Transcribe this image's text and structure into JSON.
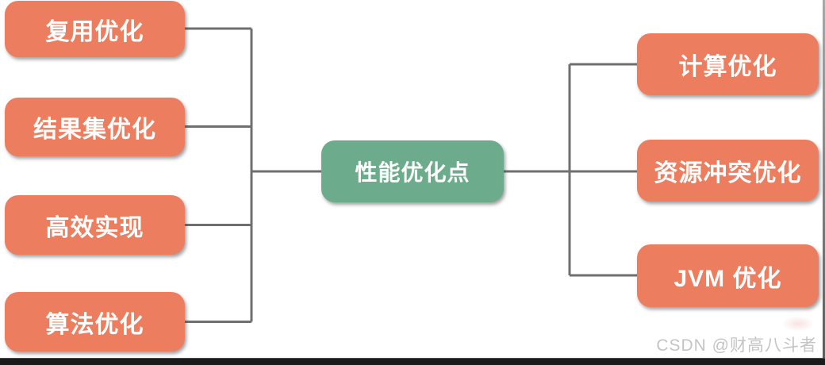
{
  "diagram": {
    "root": {
      "label": "性能优化点"
    },
    "left_nodes": [
      {
        "label": "复用优化"
      },
      {
        "label": "结果集优化"
      },
      {
        "label": "高效实现"
      },
      {
        "label": "算法优化"
      }
    ],
    "right_nodes": [
      {
        "label": "计算优化"
      },
      {
        "label": "资源冲突优化"
      },
      {
        "label": "JVM 优化"
      }
    ]
  },
  "watermark": {
    "text": "CSDN @财高八斗者"
  },
  "colors": {
    "branch_node": "#EC7D5F",
    "root_node": "#6CAB8B",
    "connector": "#6F6F6F",
    "node_text": "#FFFFFF",
    "watermark_text": "#C4C4C4",
    "bottom_bar": "#1A1A1A",
    "background": "#FFFFFF"
  }
}
